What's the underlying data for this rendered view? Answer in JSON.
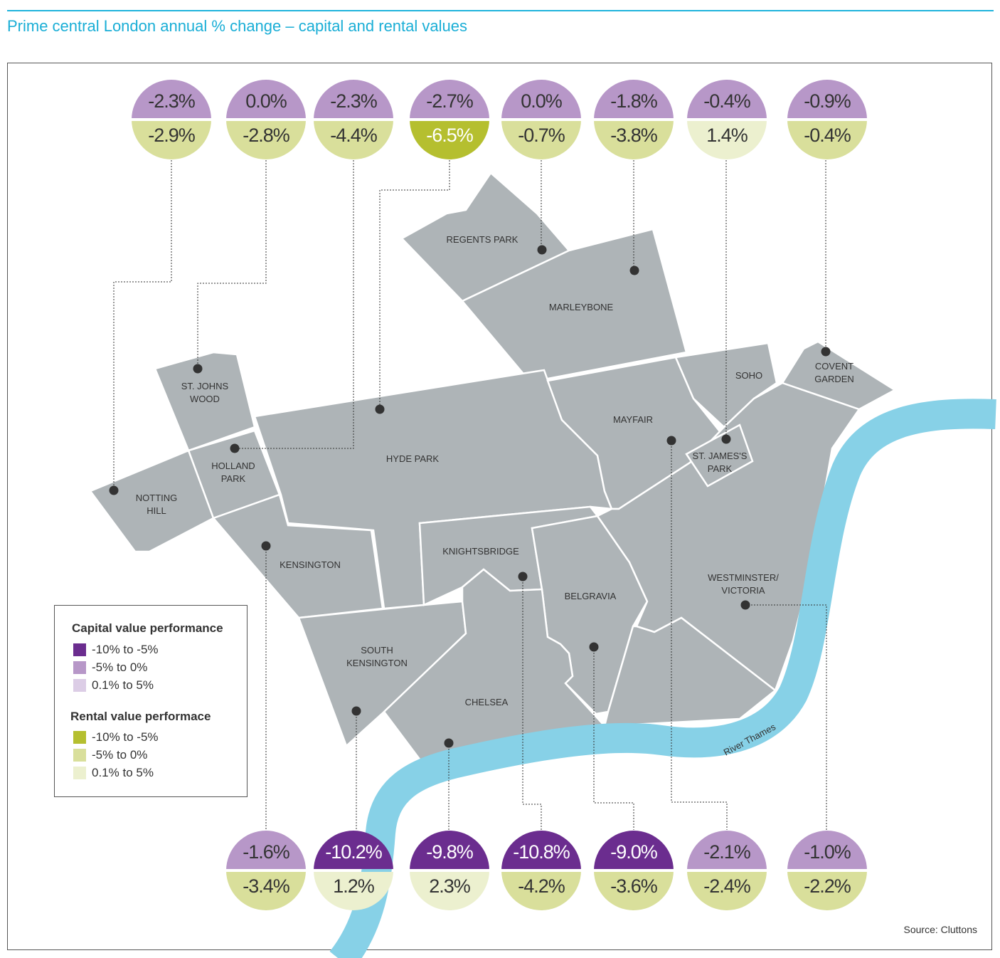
{
  "title": "Prime central London annual % change – capital and rental values",
  "source": "Source: Cluttons",
  "river_label": "River Thames",
  "colors": {
    "map_fill": "#aeb4b7",
    "river": "#87d1e7",
    "accent": "#1aaed6",
    "capital": {
      "-10% to -5%": "#6b2d8f",
      "-5% to 0%": "#b797c8",
      "0.1% to 5%": "#dccde6"
    },
    "rental": {
      "-10% to -5%": "#b5bf2f",
      "-5% to 0%": "#d9df9b",
      "0.1% to 5%": "#ecf0cf"
    }
  },
  "legend": {
    "capital_title": "Capital value performance",
    "capital_items": [
      "-10% to -5%",
      "-5% to 0%",
      "0.1% to 5%"
    ],
    "rental_title": "Rental value performace",
    "rental_items": [
      "-10% to -5%",
      "-5% to 0%",
      "0.1% to 5%"
    ]
  },
  "areas": [
    {
      "name": "Notting Hill",
      "label": [
        "NOTTING",
        "HILL"
      ],
      "capital": "-2.3%",
      "rental": "-2.9%"
    },
    {
      "name": "St. Johns Wood",
      "label": [
        "ST. JOHNS",
        "WOOD"
      ],
      "capital": "0.0%",
      "rental": "-2.8%"
    },
    {
      "name": "Holland Park",
      "label": [
        "HOLLAND",
        "PARK"
      ],
      "capital": "-2.3%",
      "rental": "-4.4%"
    },
    {
      "name": "Hyde Park",
      "label": [
        "HYDE PARK"
      ],
      "capital": "-2.7%",
      "rental": "-6.5%"
    },
    {
      "name": "Regents Park",
      "label": [
        "REGENTS PARK"
      ],
      "capital": "0.0%",
      "rental": "-0.7%"
    },
    {
      "name": "Marleybone",
      "label": [
        "MARLEYBONE"
      ],
      "capital": "-1.8%",
      "rental": "-3.8%"
    },
    {
      "name": "St. James's Park",
      "label": [
        "ST. JAMES'S",
        "PARK"
      ],
      "capital": "-0.4%",
      "rental": "1.4%"
    },
    {
      "name": "Covent Garden",
      "label": [
        "COVENT",
        "GARDEN"
      ],
      "capital": "-0.9%",
      "rental": "-0.4%"
    },
    {
      "name": "Kensington",
      "label": [
        "KENSINGTON"
      ],
      "capital": "-1.6%",
      "rental": "-3.4%"
    },
    {
      "name": "South Kensington",
      "label": [
        "SOUTH",
        "KENSINGTON"
      ],
      "capital": "-10.2%",
      "rental": "1.2%"
    },
    {
      "name": "Chelsea",
      "label": [
        "CHELSEA"
      ],
      "capital": "-9.8%",
      "rental": "2.3%"
    },
    {
      "name": "Knightsbridge",
      "label": [
        "KNIGHTSBRIDGE"
      ],
      "capital": "-10.8%",
      "rental": "-4.2%"
    },
    {
      "name": "Belgravia",
      "label": [
        "BELGRAVIA"
      ],
      "capital": "-9.0%",
      "rental": "-3.6%"
    },
    {
      "name": "Mayfair",
      "label": [
        "MAYFAIR"
      ],
      "capital": "-2.1%",
      "rental": "-2.4%"
    },
    {
      "name": "Westminster/Victoria",
      "label": [
        "WESTMINSTER/",
        "VICTORIA"
      ],
      "capital": "-1.0%",
      "rental": "-2.2%"
    }
  ],
  "soho_label": "SOHO"
}
